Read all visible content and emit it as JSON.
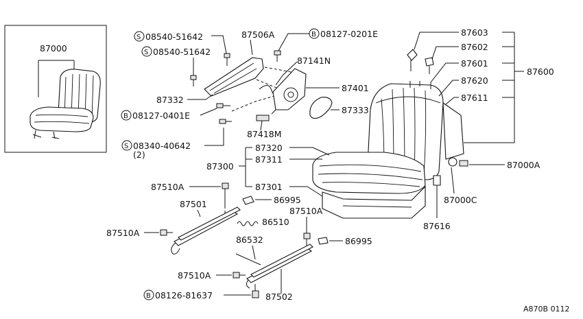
{
  "diagram": {
    "inset_part": "87000",
    "labels": {
      "l1": "08540-51642",
      "l2": "08540-51642",
      "l3": "87506A",
      "l4": "08127-0201E",
      "l5": "87141N",
      "l6": "87332",
      "l7": "08127-0401E",
      "l8": "87401",
      "l9": "87418M",
      "l10": "87333",
      "l11": "08340-40642",
      "l11q": "(2)",
      "l12": "87603",
      "l13": "87602",
      "l14": "87601",
      "l15": "87620",
      "l16": "87600",
      "l17": "87611",
      "l18": "87320",
      "l19": "87311",
      "l20": "87300",
      "l21": "87301",
      "l22": "87000A",
      "l23": "87000C",
      "l24": "87616",
      "l25": "87510A",
      "l26": "86995",
      "l27": "87501",
      "l28": "86510",
      "l29": "87510A",
      "l30": "87510A",
      "l31": "86995",
      "l32": "86532",
      "l33": "87510A",
      "l34": "08126-81637",
      "l35": "87502"
    },
    "circle_markers": {
      "s": "S",
      "b": "B"
    },
    "code": "A870B 0112"
  }
}
